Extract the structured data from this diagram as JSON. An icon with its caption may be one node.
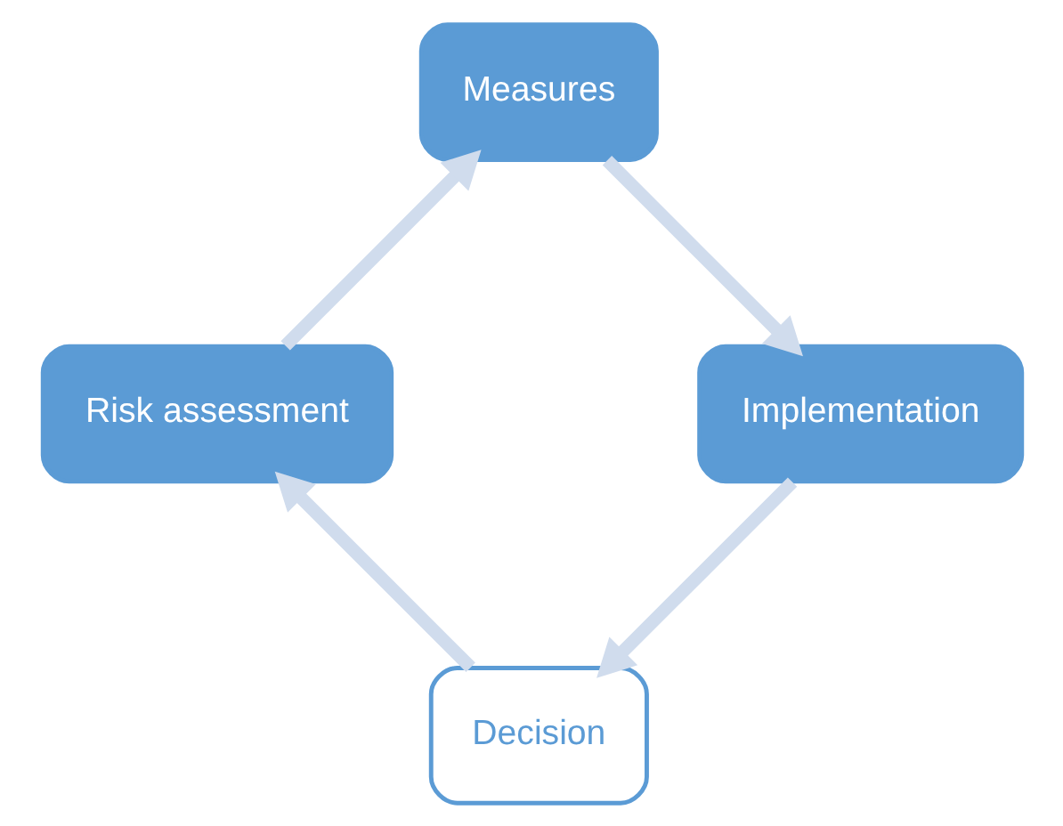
{
  "diagram": {
    "nodes": [
      {
        "text": [
          "Decision"
        ]
      },
      {
        "text": [
          "Risk assessment"
        ]
      },
      {
        "text": [
          "Measures"
        ]
      },
      {
        "text": [
          "Implementation"
        ]
      }
    ],
    "edges": [
      {
        "from": 0,
        "to": 1,
        "arrow": "to"
      },
      {
        "from": 1,
        "to": 2,
        "arrow": "to"
      },
      {
        "from": 2,
        "to": 3,
        "arrow": "to"
      },
      {
        "from": 3,
        "to": 0,
        "arrow": "to"
      }
    ]
  }
}
